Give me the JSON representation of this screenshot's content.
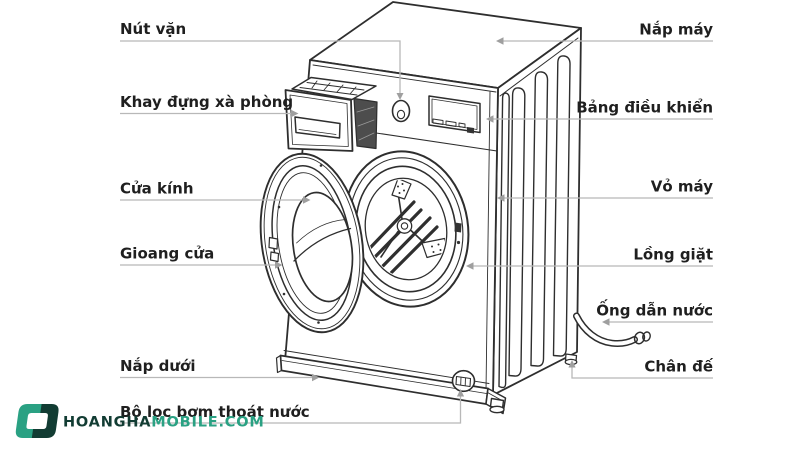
{
  "diagram": {
    "alt": "Exploded labeled line drawing of a front-load washing machine with open door",
    "labels_left": [
      "Nút vặn",
      "Khay đựng xà phòng",
      "Cửa kính",
      "Gioang cửa",
      "Nắp dưới",
      "Bộ lọc bơm thoát nước"
    ],
    "labels_right": [
      "Nắp máy",
      "Bảng điều khiển",
      "Vỏ máy",
      "Lồng giặt",
      "Ống dẫn nước",
      "Chân đế"
    ]
  },
  "watermark": {
    "brand_primary": "HOANGHA",
    "brand_secondary": "MOBILE.COM"
  },
  "colors": {
    "background": "#ffffff",
    "line_art": "#2e2e2e",
    "leader_line": "#b8b8b8",
    "label_text": "#1f1f1f",
    "brand_dark_green": "#123c33",
    "brand_teal": "#2aa183"
  }
}
